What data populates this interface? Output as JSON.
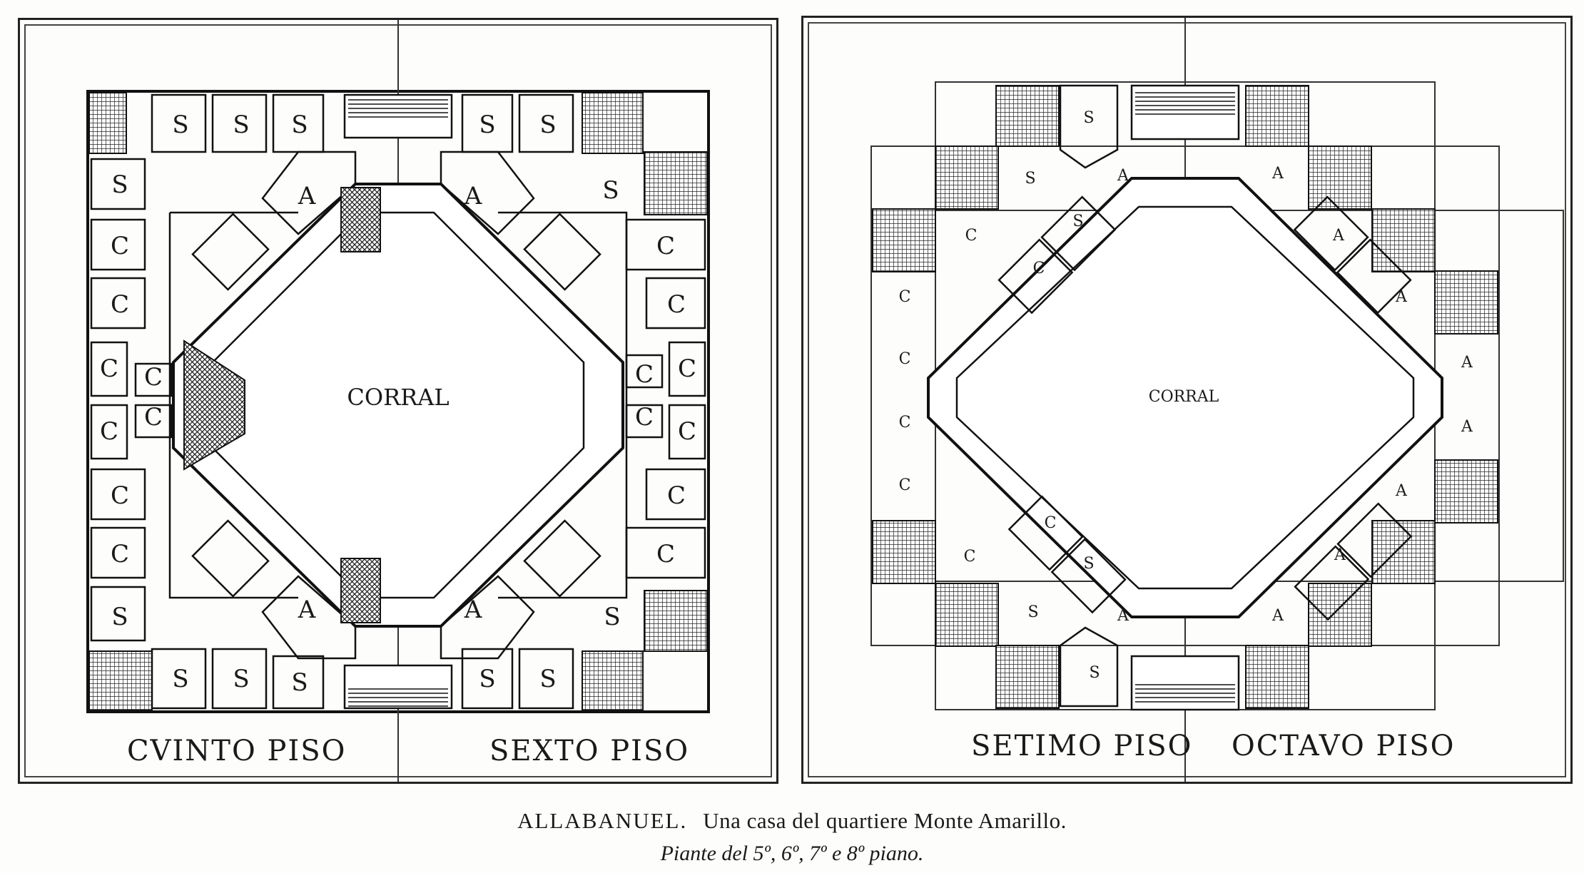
{
  "plates": {
    "left": {
      "center_label": "CORRAL",
      "floor_left": "CVINTO PISO",
      "floor_right": "SEXTO PISO"
    },
    "right": {
      "center_label": "CORRAL",
      "floor_left": "SETIMO PISO",
      "floor_right": "OCTAVO PISO"
    }
  },
  "room_codes": [
    "S",
    "C",
    "A"
  ],
  "caption": {
    "name": "ALLABANUEL.",
    "text": "Una casa del quartiere Monte Amarillo.",
    "subtitle": "Piante del 5º, 6º, 7º e 8º piano."
  }
}
